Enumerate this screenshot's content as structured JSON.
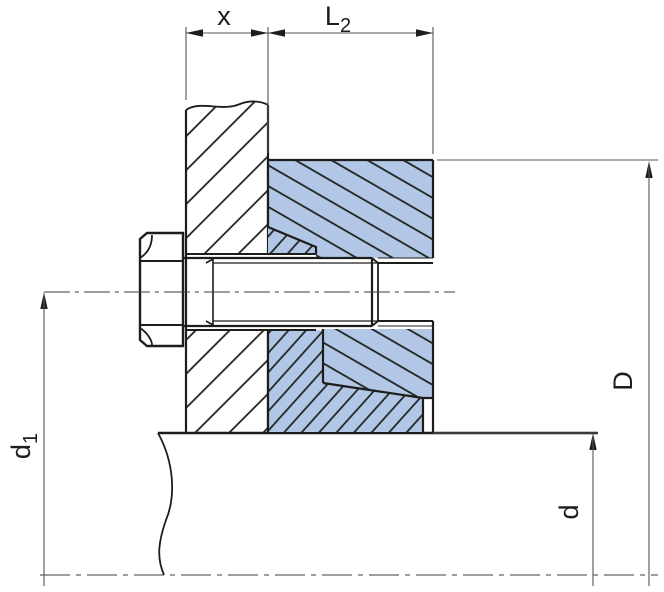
{
  "drawing": {
    "dimensions": {
      "width_x": {
        "label": "x"
      },
      "length_L2": {
        "base": "L",
        "sub": "2"
      },
      "bolt_circle_d1": {
        "base": "d",
        "sub": "1"
      },
      "outer_diameter_D": {
        "label": "D"
      },
      "shaft_diameter_d": {
        "label": "d"
      }
    },
    "colors": {
      "part_fill": "#b2c7e6",
      "outline": "#1d1d1b",
      "thin_line": "#555555"
    }
  }
}
